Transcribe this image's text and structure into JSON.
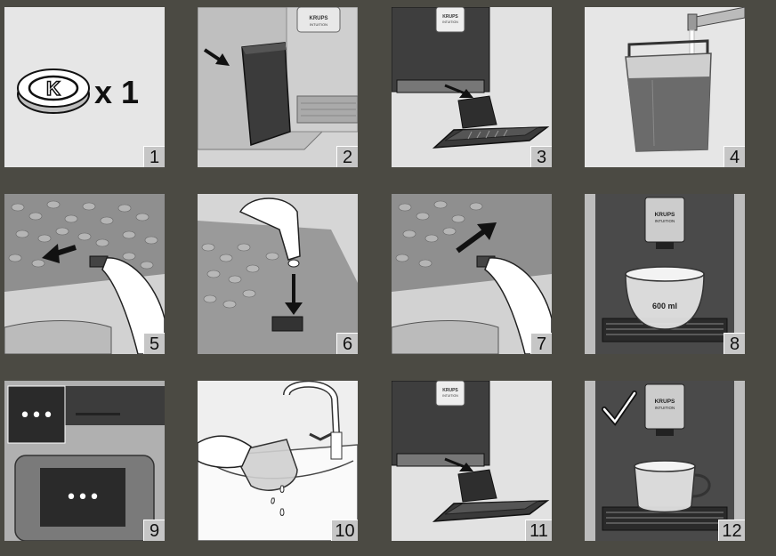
{
  "steps": [
    {
      "number": "1"
    },
    {
      "number": "2"
    },
    {
      "number": "3"
    },
    {
      "number": "4"
    },
    {
      "number": "5"
    },
    {
      "number": "6"
    },
    {
      "number": "7"
    },
    {
      "number": "8"
    },
    {
      "number": "9"
    },
    {
      "number": "10"
    },
    {
      "number": "11"
    },
    {
      "number": "12"
    }
  ],
  "tablet": {
    "letter": "K",
    "quantity": "x 1"
  },
  "brand": {
    "name": "KRUPS",
    "sub": "INTUITION"
  },
  "cup_label": "600 ml",
  "display_dots": "•••",
  "colors": {
    "background": "#4b4a43",
    "panel": "#e6e6e6",
    "number_badge": "#c6c6c6"
  }
}
